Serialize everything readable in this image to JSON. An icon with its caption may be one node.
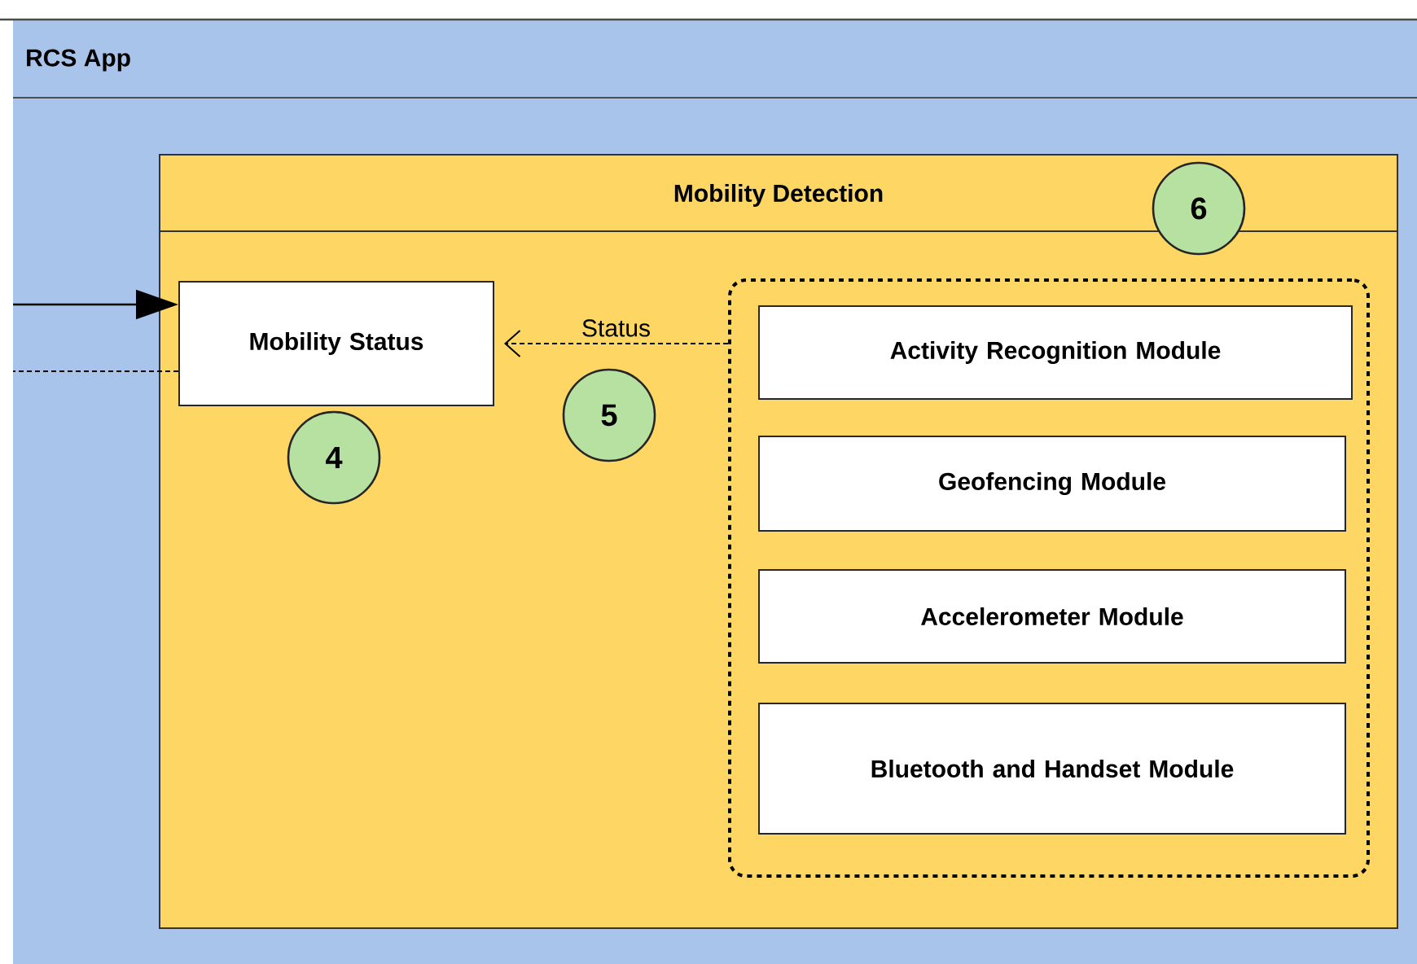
{
  "diagram": {
    "nodes": [
      {
        "text": [
          "RCS App"
        ]
      },
      {
        "text": [
          "Mobility Detection"
        ],
        "in": 0
      },
      {
        "text": [
          "Mobility Status"
        ],
        "in": 1
      },
      {
        "text": [],
        "shape": "box",
        "in": 1
      },
      {
        "text": [
          "Activity Recognition Module"
        ],
        "in": 3
      },
      {
        "text": [
          "Geofencing Module"
        ],
        "in": 3
      },
      {
        "text": [
          "Accelerometer Module"
        ],
        "in": 3
      },
      {
        "text": [
          "Bluetooth and Handset Module"
        ],
        "in": 3
      },
      {
        "text": [
          "4"
        ],
        "in": 1
      },
      {
        "text": [
          "5"
        ],
        "in": 1
      },
      {
        "text": [
          "6"
        ],
        "in": 1
      }
    ],
    "edges": [
      {
        "from": null,
        "to": 2,
        "arrow": "to"
      },
      {
        "from": 2,
        "to": null,
        "arrow": "none",
        "style": "dashed"
      },
      {
        "from": 3,
        "to": 2,
        "arrow": "to",
        "style": "dashed",
        "label": "Status"
      }
    ]
  }
}
